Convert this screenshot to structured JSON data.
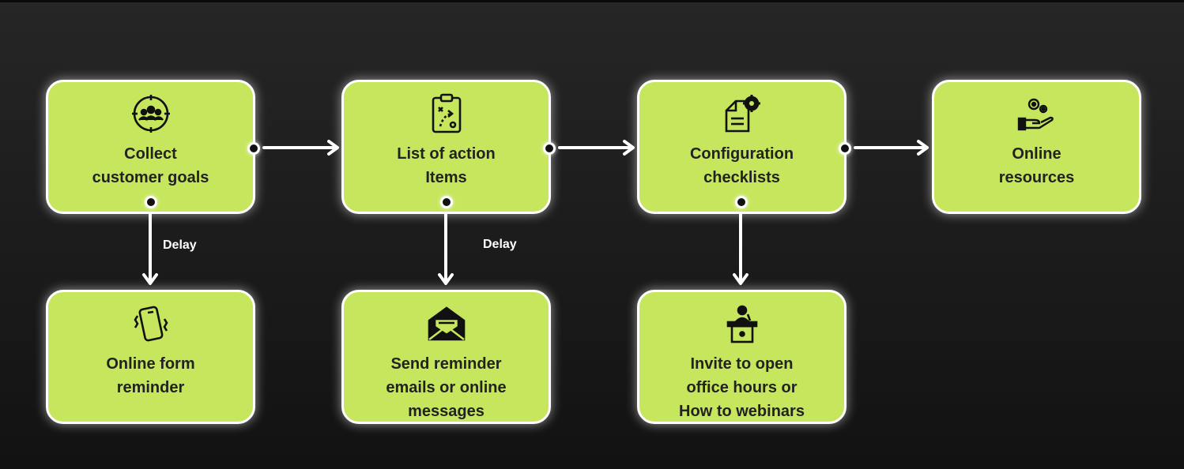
{
  "nodes": {
    "collect": {
      "label_lines": [
        "Collect",
        "customer goals"
      ],
      "icon": "target-group-icon"
    },
    "action_items": {
      "label_lines": [
        "List of action",
        "Items"
      ],
      "icon": "clipboard-strategy-icon"
    },
    "config": {
      "label_lines": [
        "Configuration",
        "checklists"
      ],
      "icon": "document-gear-icon"
    },
    "resources": {
      "label_lines": [
        "Online",
        "resources"
      ],
      "icon": "hand-gears-icon"
    },
    "form_reminder": {
      "label_lines": [
        "Online form",
        "reminder"
      ],
      "icon": "vibrating-phone-icon"
    },
    "send_reminder": {
      "label_lines": [
        "Send reminder",
        "emails or online",
        "messages"
      ],
      "icon": "open-envelope-icon"
    },
    "invite": {
      "label_lines": [
        "Invite to open",
        "office hours or",
        "How to webinars"
      ],
      "icon": "speaker-podium-icon"
    }
  },
  "edges": {
    "delay_1": "Delay",
    "delay_2": "Delay"
  },
  "colors": {
    "node_fill": "#c6e65d",
    "node_border": "#ffffff",
    "text": "#222222",
    "background": "#1c1c1c"
  }
}
